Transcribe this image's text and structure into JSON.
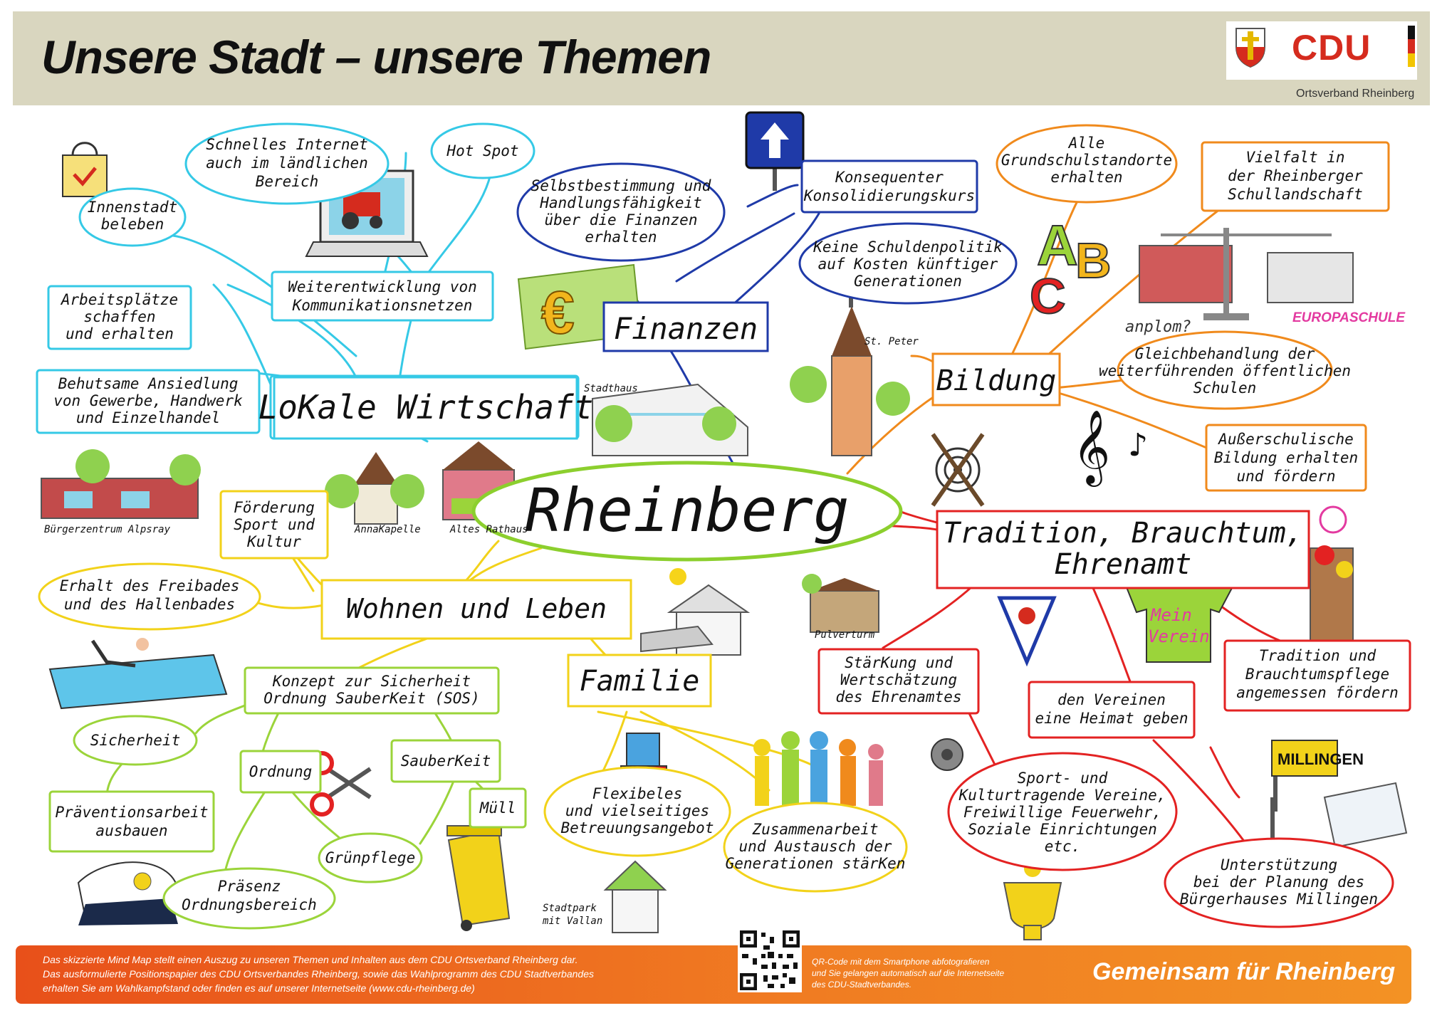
{
  "header": {
    "title": "Unsere Stadt – unsere Themen",
    "party": "CDU",
    "subtitle": "Ortsverband Rheinberg"
  },
  "colors": {
    "header_bg": "#d9d6bf",
    "cdu_red": "#d52b1e",
    "wirtschaft": "#35c9e6",
    "finanzen": "#1f3aa8",
    "bildung": "#f08a1c",
    "tradition": "#e32222",
    "wohnen": "#f2d21a",
    "sicherheit": "#9bd43a",
    "center": "#8ccf2e",
    "footer": "#f07b22"
  },
  "diagram": {
    "center": "Rheinberg",
    "branches": {
      "wirtschaft": "LoKale Wirtschaft",
      "finanzen": "Finanzen",
      "bildung": "Bildung",
      "tradition": [
        "Tradition, Brauchtum,",
        "Ehrenamt"
      ],
      "wohnen": "Wohnen und Leben",
      "familie": "Familie"
    },
    "topics": {
      "internet": [
        "Schnelles Internet",
        "auch im ländlichen",
        "Bereich"
      ],
      "hotspot": "Hot Spot",
      "innenstadt": [
        "Innenstadt",
        "beleben"
      ],
      "netze": [
        "Weiterentwicklung von",
        "Kommunikationsnetzen"
      ],
      "arbeitsplaetze": [
        "Arbeitsplätze",
        "schaffen",
        "und erhalten"
      ],
      "ansiedlung": [
        "Behutsame Ansiedlung",
        "von Gewerbe, Handwerk",
        "und Einzelhandel"
      ],
      "selbstbestimmung": [
        "Selbstbestimmung und",
        "Handlungsfähigkeit",
        "über die Finanzen",
        "erhalten"
      ],
      "konsolidierung": [
        "Konsequenter",
        "Konsolidierungskurs"
      ],
      "schulden": [
        "Keine Schuldenpolitik",
        "auf Kosten künftiger",
        "Generationen"
      ],
      "grundschul": [
        "Alle",
        "Grundschulstandorte",
        "erhalten"
      ],
      "vielfalt": [
        "Vielfalt in",
        "der Rheinberger",
        "Schullandschaft"
      ],
      "gleichbehandlung": [
        "Gleichbehandlung der",
        "weiterführenden öffentlichen",
        "Schulen"
      ],
      "ausserschulisch": [
        "Außerschulische",
        "Bildung erhalten",
        "und fördern"
      ],
      "foerderung": [
        "Förderung",
        "Sport und",
        "Kultur"
      ],
      "freibad": [
        "Erhalt des Freibades",
        "und des Hallenbades"
      ],
      "sos": [
        "Konzept zur Sicherheit",
        "Ordnung SauberKeit (SOS)"
      ],
      "sicherheit": "Sicherheit",
      "ordnung": "Ordnung",
      "sauberkeit": "SauberKeit",
      "praevention": [
        "Präventionsarbeit",
        "ausbauen"
      ],
      "muell": "Müll",
      "gruenpflege": "Grünpflege",
      "praesenz": [
        "Präsenz",
        "Ordnungsbereich"
      ],
      "betreuung": [
        "Flexibeles",
        "und vielseitiges",
        "Betreuungsangebot"
      ],
      "zusammenarbeit": [
        "Zusammenarbeit",
        "und Austausch der",
        "Generationen stärKen"
      ],
      "ehrenamt": [
        "StärKung und",
        "Wertschätzung",
        "des Ehrenamtes"
      ],
      "vereine": [
        "den Vereinen",
        "eine Heimat geben"
      ],
      "brauchtumspflege": [
        "Tradition und",
        "Brauchtumspflege",
        "angemessen fördern"
      ],
      "kulturtragende": [
        "Sport- und",
        "Kulturtragende Vereine,",
        "Freiwillige Feuerwehr,",
        "Soziale Einrichtungen",
        "etc."
      ],
      "buergerhaus": [
        "Unterstützung",
        "bei der Planung des",
        "Bürgerhauses Millingen"
      ]
    },
    "places": {
      "stadthaus": "Stadthaus",
      "st_peter": "St. Peter",
      "annakapelle": "AnnaKapelle",
      "rathaus": "Altes Rathaus",
      "alpsray": "Bürgerzentrum Alpsray",
      "pulverturm": "Pulverturm",
      "stadtpark": [
        "Stadtpark",
        "mit Vallan"
      ]
    },
    "drawings": {
      "aplerbeck": "anplom?",
      "europaschule": "EUROPASCHULE",
      "millingen_sign": "MILLINGEN",
      "mein_verein": [
        "Mein",
        "Verein"
      ],
      "euro_sign": "€"
    }
  },
  "footer": {
    "lines": [
      "Das skizzierte Mind Map stellt einen Auszug zu unseren Themen und Inhalten aus dem CDU Ortsverband Rheinberg dar.",
      "Das ausformulierte Positionspapier des CDU Ortsverbandes Rheinberg, sowie das Wahlprogramm des CDU Stadtverbandes",
      "erhalten Sie am Wahlkampfstand oder finden es auf unserer Internetseite (www.cdu-rheinberg.de)"
    ],
    "qr_lines": [
      "QR-Code mit dem Smartphone abfotografieren",
      "und Sie gelangen automatisch auf die Internetseite",
      "des CDU-Stadtverbandes."
    ],
    "slogan": "Gemeinsam für Rheinberg"
  }
}
